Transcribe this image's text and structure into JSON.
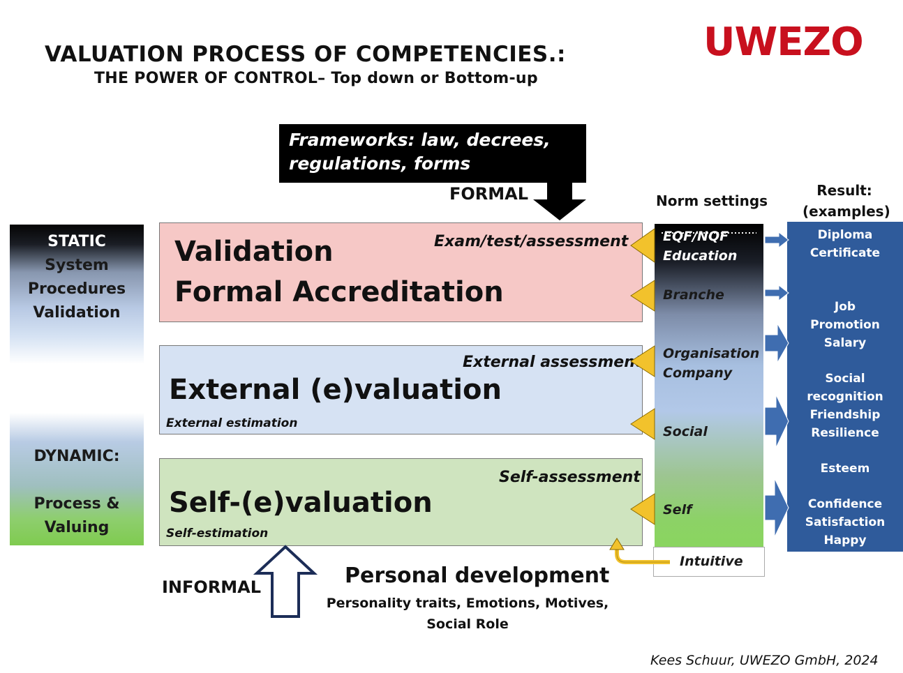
{
  "header": {
    "title": "VALUATION PROCESS OF COMPETENCIES.:",
    "subtitle": "THE POWER OF CONTROL– Top down or Bottom-up",
    "logo": "UWEZO"
  },
  "frameworks": {
    "line1": "Frameworks: law, decrees,",
    "line2": "regulations, forms",
    "formal_label": "FORMAL"
  },
  "left_panel": {
    "static_title": "STATIC",
    "static_items": [
      "System",
      "Procedures",
      "Validation"
    ],
    "dynamic_title": "DYNAMIC:",
    "dynamic_items": [
      "Process &",
      "Valuing"
    ]
  },
  "boxes": {
    "validation": {
      "title1": "Validation",
      "title2": "Formal Accreditation",
      "tag": "Exam/test/assessment"
    },
    "external": {
      "title": "External (e)valuation",
      "tag": "External assessment",
      "sub": "External estimation"
    },
    "self": {
      "title": "Self-(e)valuation",
      "tag": "Self-assessment",
      "sub": "Self-estimation"
    }
  },
  "norm_settings": {
    "header": "Norm settings",
    "items": [
      "EQF/NQF",
      "Education",
      "Branche",
      "Organisation",
      "Company",
      "Social",
      "Self",
      "Intuitive"
    ]
  },
  "results": {
    "header_line1": "Result:",
    "header_line2": "(examples)",
    "items": [
      "Diploma",
      "Certificate",
      "Job",
      "Promotion",
      "Salary",
      "Social",
      "recognition",
      "Friendship",
      "Resilience",
      "Esteem",
      "Confidence",
      "Satisfaction",
      "Happy"
    ]
  },
  "bottom": {
    "informal_label": "INFORMAL",
    "personal_title": "Personal development",
    "personal_line1": "Personality traits, Emotions, Motives,",
    "personal_line2": "Social Role"
  },
  "credit": "Kees Schuur, UWEZO GmbH, 2024",
  "colors": {
    "logo_red": "#c8101e",
    "validation_fill": "#f6c8c6",
    "external_fill": "#d6e2f3",
    "self_fill": "#cfe4bf",
    "result_blue": "#2f5b9b",
    "triangle_gold": "#f2c22c"
  }
}
